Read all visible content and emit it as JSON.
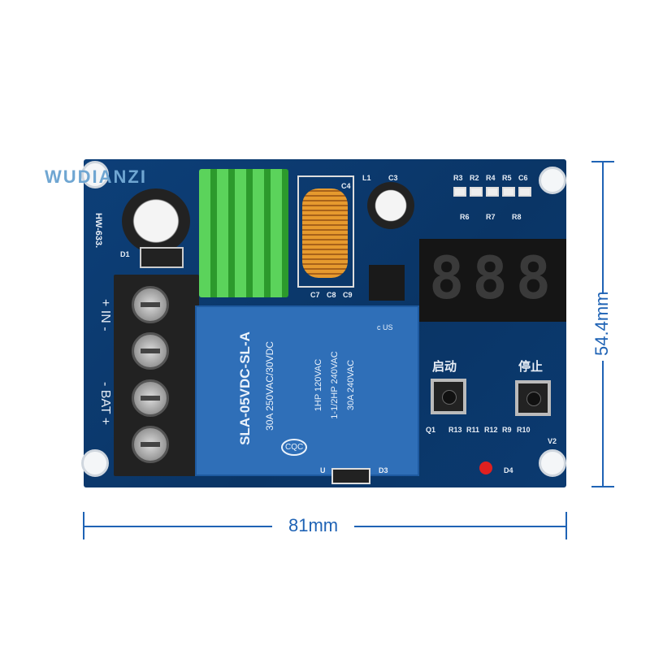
{
  "board": {
    "model": "HW-633.",
    "watermark": "WUDIANZI",
    "labels": {
      "in": "+ IN -",
      "bat": "- BAT +",
      "start": "启动",
      "stop": "停止"
    },
    "components": [
      "D1",
      "L1",
      "C4",
      "C3",
      "C7",
      "C8",
      "C9",
      "R3",
      "R2",
      "R4",
      "R5",
      "C6",
      "R6",
      "R7",
      "R8",
      "Q1",
      "R13",
      "R11",
      "R12",
      "R9",
      "R10",
      "V2",
      "D4",
      "D3",
      "U"
    ],
    "display": "888",
    "relay": {
      "model": "SLA-05VDC-SL-A",
      "line2": "30A 250VAC/30VDC",
      "cert": "CQC",
      "line3": "1HP 120VAC",
      "line4": "1-1/2HP 240VAC",
      "line5": "30A 240VAC",
      "ul": "c US"
    }
  },
  "dimensions": {
    "width": "81mm",
    "height": "54.4mm"
  },
  "colors": {
    "pcb": "#0a3566",
    "dim": "#1f63b5",
    "heatsink": "#4cc04c",
    "relay": "#2f6fb8"
  }
}
